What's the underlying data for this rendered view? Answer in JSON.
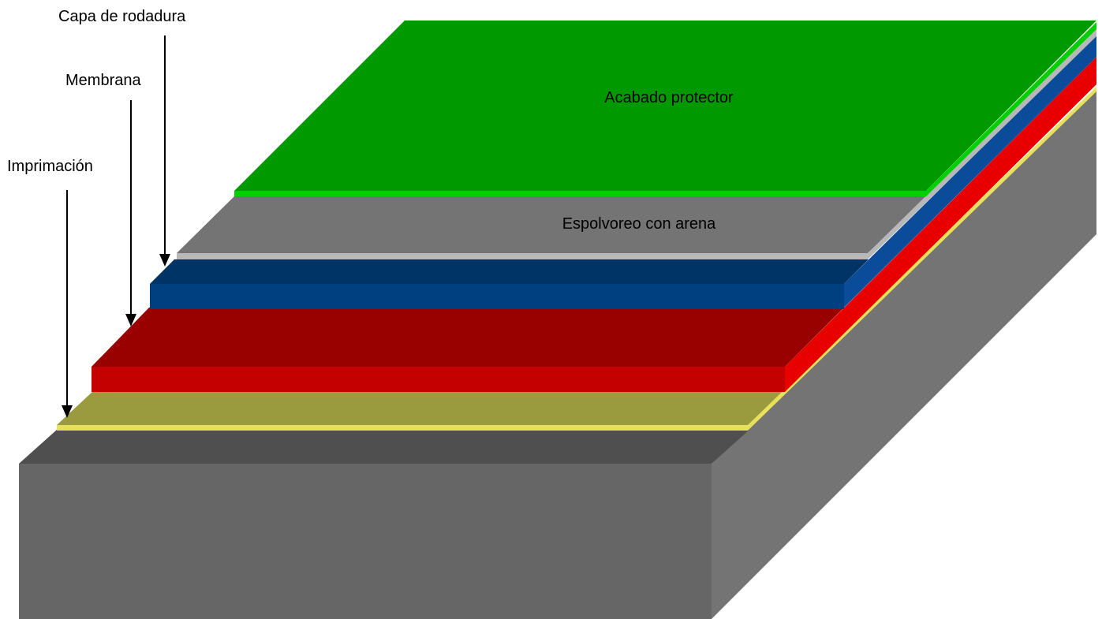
{
  "labels": {
    "top_coat": "Acabado protector",
    "sand": "Espolvoreo con arena",
    "wearing_course": "Capa de rodadura",
    "membrane": "Membrana",
    "primer": "Imprimación"
  },
  "colors": {
    "background": "#ffffff",
    "substrate_top": "#4f4f4f",
    "substrate_front": "#666666",
    "substrate_side": "#747474",
    "primer_top": "#9a9a3e",
    "primer_edge": "#e6e05a",
    "membrane_top": "#990000",
    "membrane_front": "#c40000",
    "membrane_side": "#e80000",
    "wearing_top": "#003366",
    "wearing_front": "#003f80",
    "wearing_side": "#0a4c9a",
    "sand_top": "#747474",
    "sand_edge": "#b8b8b8",
    "finish_top": "#009900",
    "finish_edge": "#00d000",
    "arrow": "#000000"
  },
  "icons": {
    "arrow": "arrow-down-icon"
  }
}
